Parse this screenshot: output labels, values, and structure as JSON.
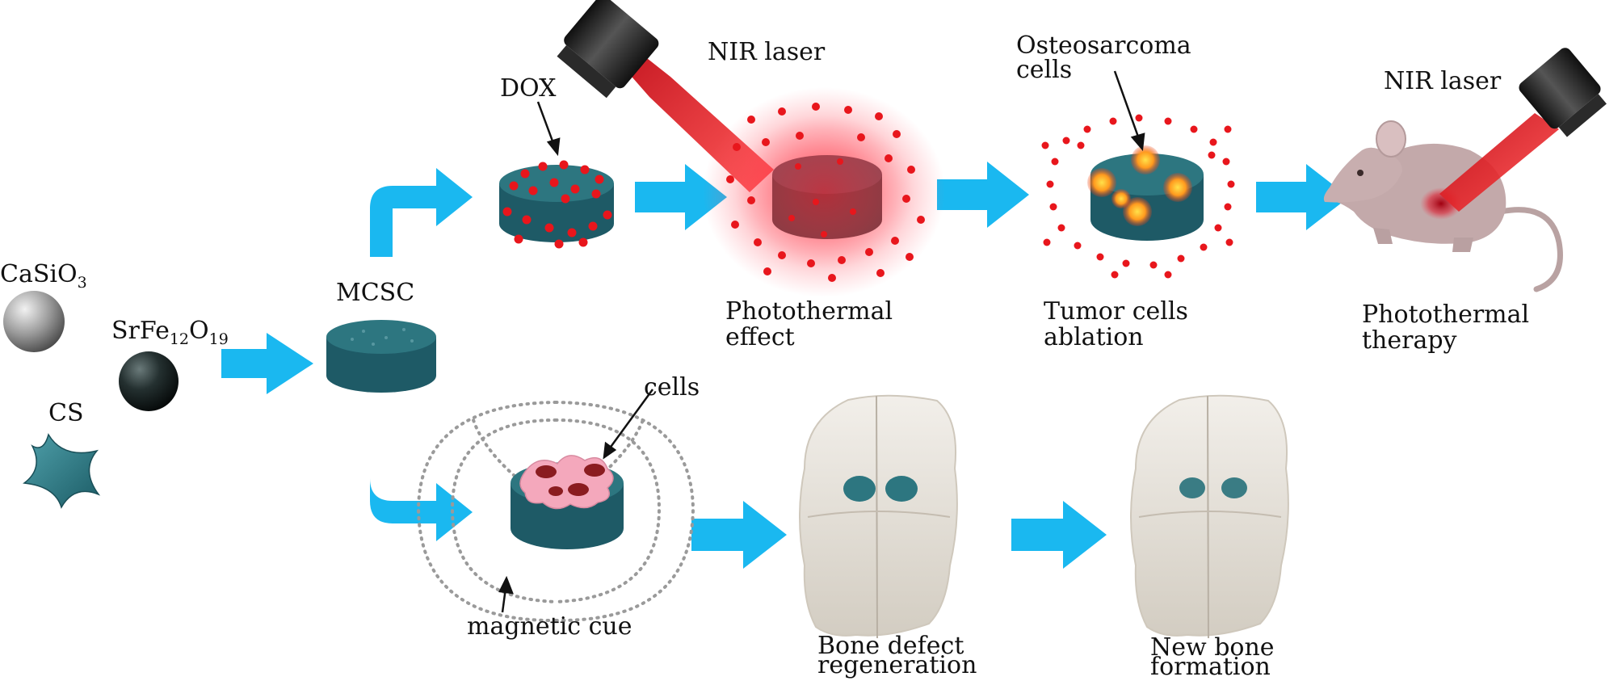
{
  "components": {
    "casio3": {
      "base": "CaSiO",
      "sub": "3"
    },
    "srfe": {
      "p1": "SrFe",
      "s1": "12",
      "p2": "O",
      "s2": "19"
    },
    "cs": "CS"
  },
  "scaffold": {
    "label": "MCSC"
  },
  "top_path": {
    "dox": "DOX",
    "nir_laser_1": "NIR laser",
    "osteosarcoma_1": "Osteosarcoma",
    "osteosarcoma_2": "cells",
    "nir_laser_2": "NIR laser",
    "photothermal_effect_1": "Photothermal",
    "photothermal_effect_2": "effect",
    "tumor_ablation_1": "Tumor cells",
    "tumor_ablation_2": "ablation",
    "photothermal_therapy_1": "Photothermal",
    "photothermal_therapy_2": "therapy"
  },
  "bottom_path": {
    "cells": "cells",
    "magnetic_cue": "magnetic cue",
    "bone_defect_1": "Bone defect",
    "bone_defect_2": "regeneration",
    "new_bone_1": "New bone",
    "new_bone_2": "formation"
  },
  "colors": {
    "arrow": "#1ab8f0",
    "scaffold_side": "#1e5a66",
    "scaffold_top": "#2d7680",
    "drug": "#e8161c",
    "laser": "#e01020",
    "bone": "#e6e1d8",
    "cell_pink": "#f4a8bc"
  }
}
